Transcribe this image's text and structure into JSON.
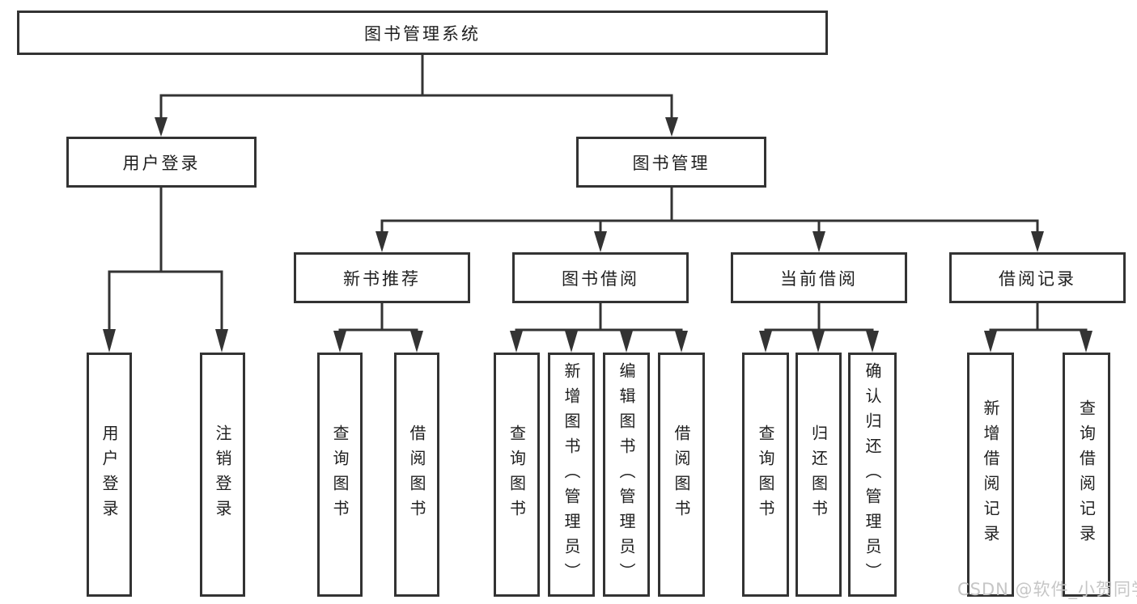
{
  "colors": {
    "line": "#333333",
    "text": "#1f1f1f",
    "box_background": "#ffffff",
    "watermark_text_color": "#c6c6c6"
  },
  "watermark": "CSDN @软件_小贺同学",
  "chart_data": {
    "type": "tree-diagram",
    "title": "图书管理系统",
    "levels": 4,
    "nodes_total": 20
  },
  "tree": {
    "root": {
      "label": "图书管理系统"
    },
    "branches": [
      {
        "label": "用户登录",
        "children": [
          {
            "label": "用户登录"
          },
          {
            "label": "注销登录"
          }
        ]
      },
      {
        "label": "图书管理",
        "children": [
          {
            "label": "新书推荐",
            "children": [
              {
                "label": "查询图书"
              },
              {
                "label": "借阅图书"
              }
            ]
          },
          {
            "label": "图书借阅",
            "children": [
              {
                "label": "查询图书"
              },
              {
                "label": "新增图书（管理员）"
              },
              {
                "label": "编辑图书（管理员）"
              },
              {
                "label": "借阅图书"
              }
            ]
          },
          {
            "label": "当前借阅",
            "children": [
              {
                "label": "查询图书"
              },
              {
                "label": "归还图书"
              },
              {
                "label": "确认归还（管理员）"
              }
            ]
          },
          {
            "label": "借阅记录",
            "children": [
              {
                "label": "新增借阅记录"
              },
              {
                "label": "查询借阅记录"
              }
            ]
          }
        ]
      }
    ]
  }
}
